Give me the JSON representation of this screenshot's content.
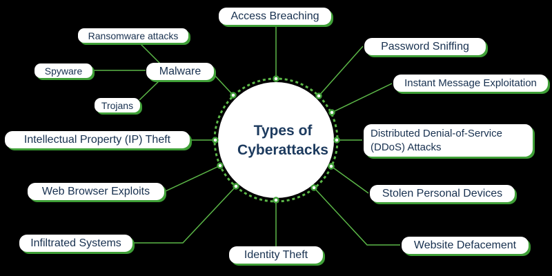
{
  "diagram": {
    "title_line1": "Types of",
    "title_line2": "Cyberattacks",
    "colors": {
      "line": "#5cb848",
      "box_shadow": "#3f9f37",
      "text": "#17304f",
      "background": "#000000"
    },
    "nodes": {
      "access_breaching": "Access Breaching",
      "password_sniffing": "Password Sniffing",
      "instant_message": "Instant Message Exploitation",
      "ddos_line1": "Distributed Denial-of-Service",
      "ddos_line2": "(DDoS) Attacks",
      "stolen_devices": "Stolen Personal Devices",
      "website_defacement": "Website Defacement",
      "identity_theft": "Identity Theft",
      "infiltrated_systems": "Infiltrated Systems",
      "web_browser": "Web Browser Exploits",
      "ip_theft": "Intellectual Property (IP) Theft",
      "malware": "Malware",
      "ransomware": "Ransomware attacks",
      "spyware": "Spyware",
      "trojans": "Trojans"
    }
  }
}
